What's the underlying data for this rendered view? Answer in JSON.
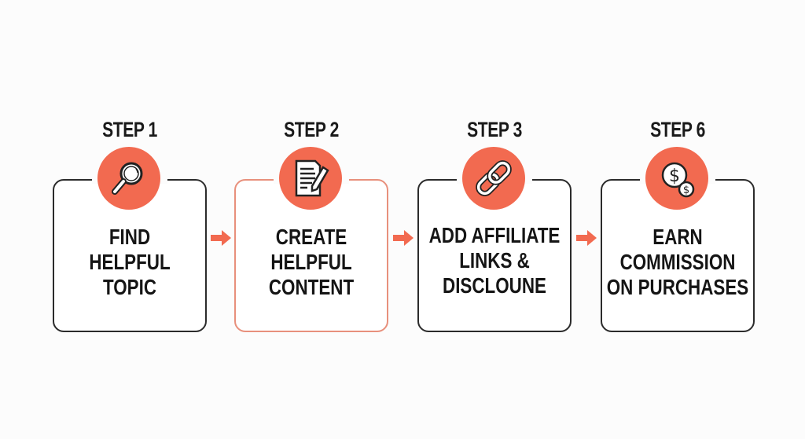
{
  "steps": [
    {
      "label": "STEP 1",
      "icon": "magnifier-icon",
      "lines": [
        "FIND",
        "HELPFUL",
        "TOPIC"
      ]
    },
    {
      "label": "STEP 2",
      "icon": "document-pen-icon",
      "lines": [
        "CREATE",
        "HELPFUL",
        "CONTENT"
      ]
    },
    {
      "label": "STEP 3",
      "icon": "chain-link-icon",
      "lines": [
        "ADD AFFILIATE",
        "LINKS &",
        "DISCLOUNE"
      ]
    },
    {
      "label": "STEP 6",
      "icon": "dollar-coins-icon",
      "lines": [
        "EARN",
        "COMMISSION",
        "ON PURCHASES"
      ]
    }
  ],
  "colors": {
    "accent": "#f26a50",
    "border": "#2b2b2b",
    "accent_border": "#e8907c"
  }
}
